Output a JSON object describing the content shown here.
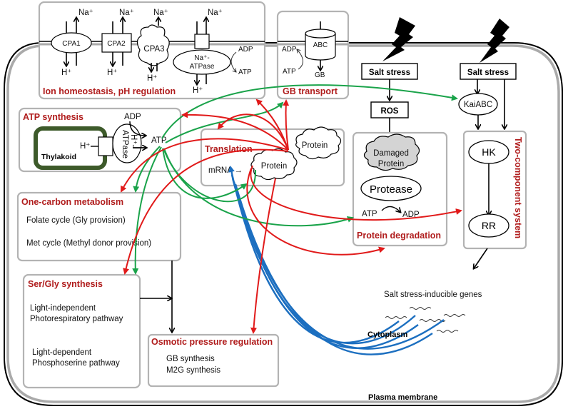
{
  "figure": {
    "compartments": {
      "cytoplasm": "Cytoplasm",
      "plasma_membrane": "Plasma membrane"
    },
    "ion_homeostasis": {
      "title": "Ion homeostasis, pH regulation",
      "transporters": [
        "CPA1",
        "CPA2",
        "CPA3"
      ],
      "atpase_line1": "Na⁺-",
      "atpase_line2": "ATPase",
      "na": "Na⁺",
      "h": "H⁺",
      "adp": "ADP",
      "atp": "ATP"
    },
    "gb_transport": {
      "title": "GB transport",
      "transporter": "ABC",
      "adp": "ADP",
      "atp": "ATP",
      "gb": "GB"
    },
    "stress": {
      "left_label": "Salt stress",
      "right_label": "Salt stress",
      "ros": "ROS",
      "kaiabc": "KaiABC"
    },
    "atp_synthesis": {
      "title": "ATP synthesis",
      "thylakoid": "Thylakoid",
      "h": "H⁺",
      "atpase_h": "H⁺-",
      "atpase": "ATPase",
      "adp": "ADP",
      "atp": "ATP"
    },
    "translation": {
      "title": "Translation",
      "mrna": "mRNA →",
      "protein1": "Protein",
      "protein2": "Protein"
    },
    "protein_degradation": {
      "title": "Protein degradation",
      "damaged_line1": "Damaged",
      "damaged_line2": "Protein",
      "protease": "Protease",
      "atp": "ATP",
      "adp": "ADP"
    },
    "two_component": {
      "title": "Two-component system",
      "hk": "HK",
      "rr": "RR"
    },
    "one_carbon": {
      "title": "One-carbon metabolism",
      "items": [
        "Folate cycle (Gly provision)",
        "Met cycle (Methyl donor provision)"
      ]
    },
    "ser_gly": {
      "title": "Ser/Gly synthesis",
      "pathway1_line1": "Light-independent",
      "pathway1_line2": "Photorespiratory pathway",
      "pathway2_line1": "Light-dependent",
      "pathway2_line2": "Phosphoserine pathway"
    },
    "osmotic": {
      "title": "Osmotic pressure regulation",
      "items": [
        "GB synthesis",
        "M2G synthesis"
      ]
    },
    "genes": {
      "label": "Salt stress-inducible genes"
    },
    "colors": {
      "title_red": "#b01c1c",
      "arrow_red": "#e11a1a",
      "arrow_green": "#1aa34a",
      "arrow_blue": "#1c6fc0",
      "thylakoid_green": "#3d5a2a",
      "box_border": "#b3b3b3"
    }
  }
}
